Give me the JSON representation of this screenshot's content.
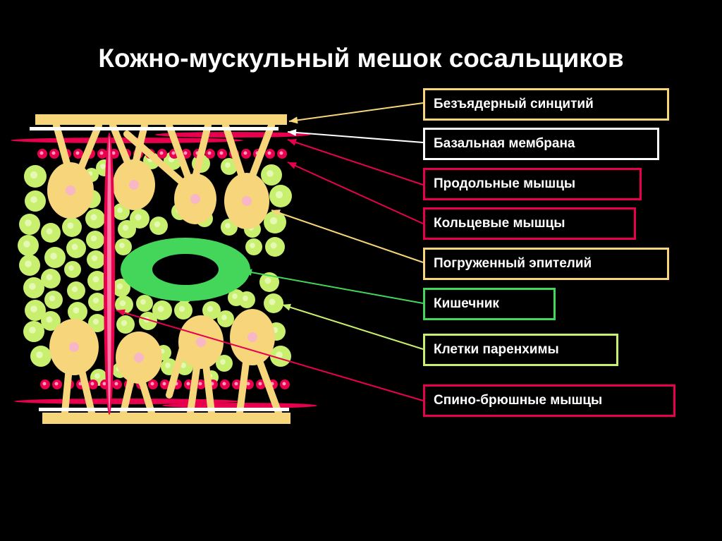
{
  "title": "Кожно-мускульный мешок сосальщиков",
  "colors": {
    "background": "#000000",
    "syncytium": "#f7d57a",
    "basement_membrane": "#ffffff",
    "longitudinal_muscles": "#e8004f",
    "circular_muscles": "#e8004f",
    "epithelium": "#f7d57a",
    "intestine": "#43d65a",
    "parenchyma": "#c8ef6e",
    "dorsoventral_muscles": "#e8004f"
  },
  "labels": [
    {
      "id": "syncytium",
      "text": "Безъядерный синцитий",
      "color": "#f7d57a"
    },
    {
      "id": "membrane",
      "text": "Базальная мембрана",
      "color": "#ffffff"
    },
    {
      "id": "longitudinal",
      "text": "Продольные мышцы",
      "color": "#e8004f"
    },
    {
      "id": "circular",
      "text": "Кольцевые мышцы",
      "color": "#e8004f"
    },
    {
      "id": "epithelium",
      "text": "Погруженный эпителий",
      "color": "#f7d57a"
    },
    {
      "id": "intestine",
      "text": "Кишечник",
      "color": "#43d65a"
    },
    {
      "id": "parenchyma",
      "text": "Клетки паренхимы",
      "color": "#c8ef6e"
    },
    {
      "id": "dorsoventral",
      "text": "Спино-брюшные мышцы",
      "color": "#e8004f"
    }
  ]
}
